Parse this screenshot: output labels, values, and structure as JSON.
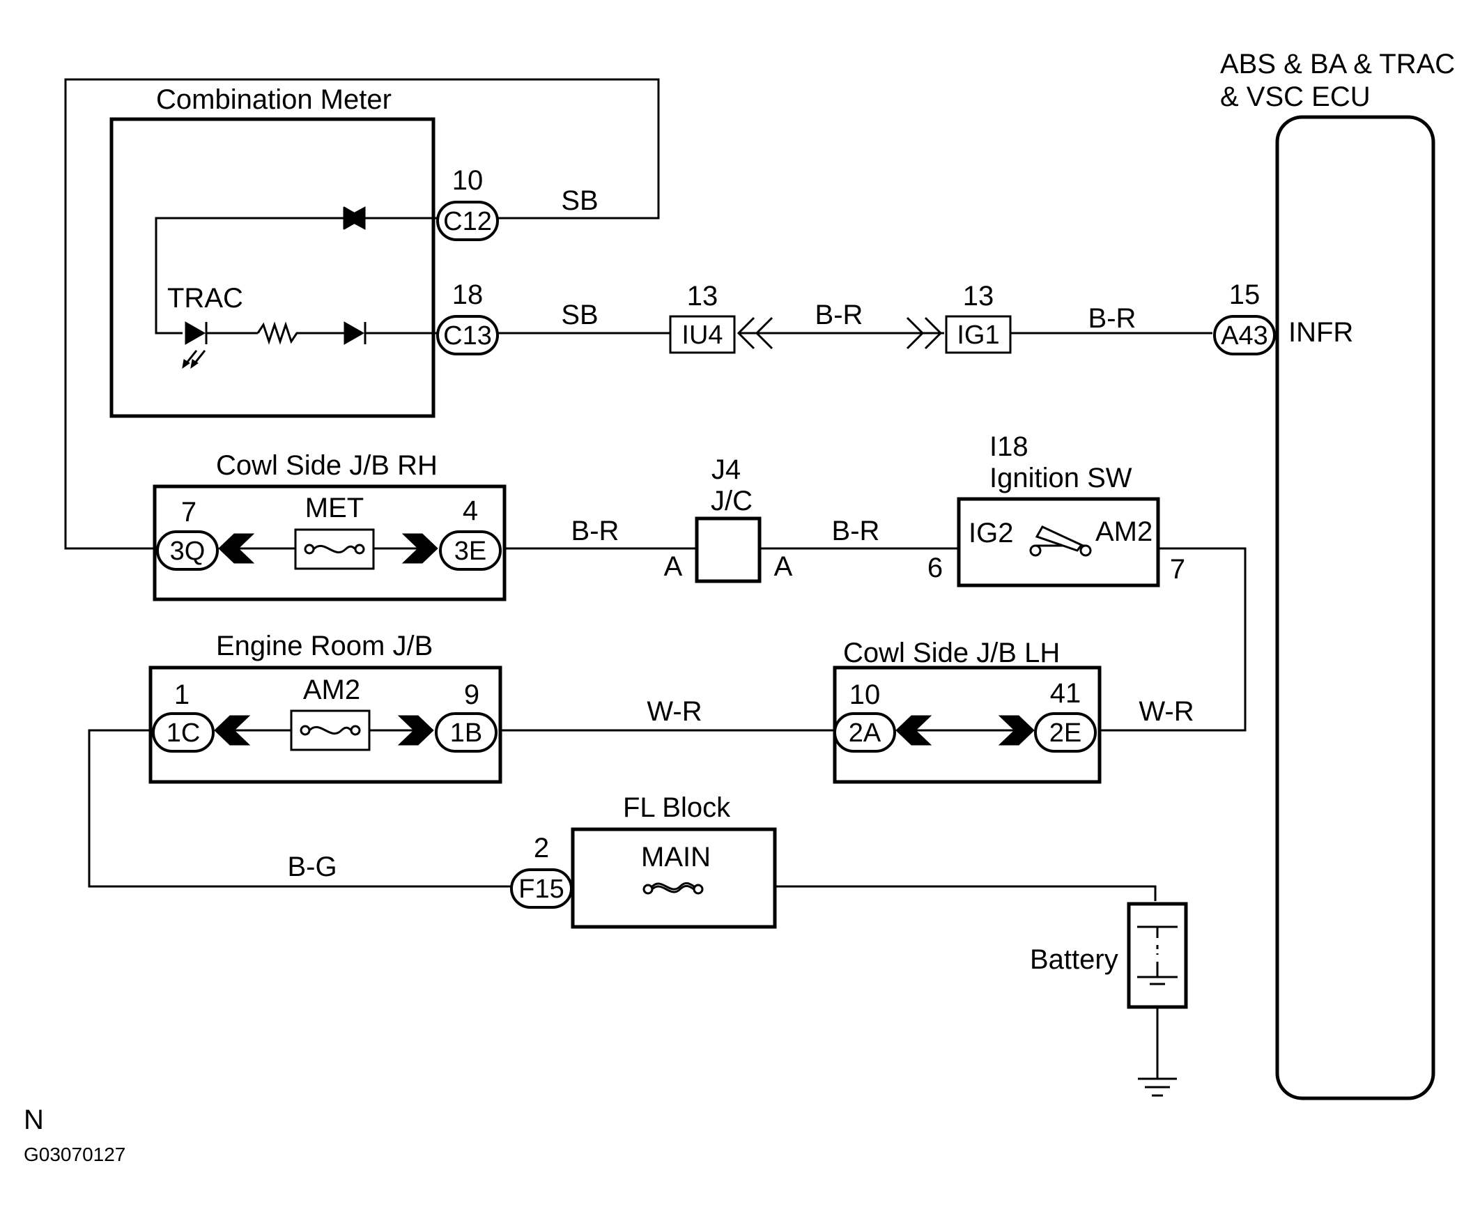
{
  "components": {
    "combination_meter": "Combination Meter",
    "trac_indicator": "TRAC",
    "ecu_title_line1": "ABS & BA & TRAC",
    "ecu_title_line2": "& VSC ECU",
    "ecu_terminal": "INFR",
    "cowl_rh": "Cowl Side J/B RH",
    "met_fuse": "MET",
    "jc_id": "J4",
    "jc_name": "J/C",
    "jc_pin_left": "A",
    "jc_pin_right": "A",
    "ign_id": "I18",
    "ign_name": "Ignition SW",
    "ign_ig2": "IG2",
    "ign_am2": "AM2",
    "ign_pin_left": "6",
    "ign_pin_right": "7",
    "engine_room": "Engine Room J/B",
    "am2_fuse": "AM2",
    "cowl_lh": "Cowl Side J/B LH",
    "fl_block": "FL Block",
    "main_fuse": "MAIN",
    "battery": "Battery"
  },
  "connectors": {
    "c12": {
      "id": "C12",
      "pin": "10"
    },
    "c13": {
      "id": "C13",
      "pin": "18"
    },
    "iu4": {
      "id": "IU4",
      "pin": "13"
    },
    "ig1": {
      "id": "IG1",
      "pin": "13"
    },
    "a43": {
      "id": "A43",
      "pin": "15"
    },
    "q3": {
      "id": "3Q",
      "pin": "7"
    },
    "e3": {
      "id": "3E",
      "pin": "4"
    },
    "c1": {
      "id": "1C",
      "pin": "1"
    },
    "b1": {
      "id": "1B",
      "pin": "9"
    },
    "a2": {
      "id": "2A",
      "pin": "10"
    },
    "e2": {
      "id": "2E",
      "pin": "41"
    },
    "f15": {
      "id": "F15",
      "pin": "2"
    }
  },
  "wires": {
    "c12_loop": "SB",
    "c13_iu4": "SB",
    "iu4_ig1": "B-R",
    "ig1_a43": "B-R",
    "e3_jc": "B-R",
    "jc_ign": "B-R",
    "b1_a2": "W-R",
    "e2_sw": "W-R",
    "battery_f15": "B-G"
  },
  "footer": {
    "mark": "N",
    "code": "G03070127"
  }
}
